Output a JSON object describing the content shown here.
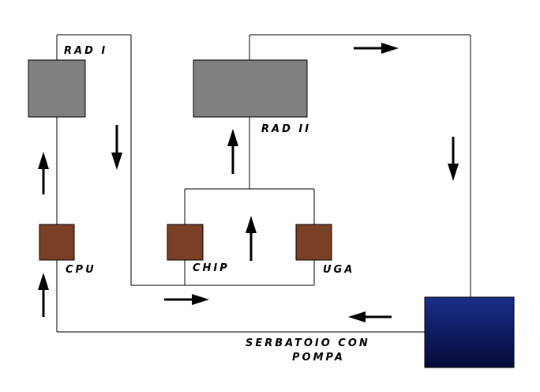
{
  "labels": {
    "rad1": "RAD I",
    "rad2": "RAD II",
    "cpu": "CPU",
    "chip": "CHIP",
    "vga": "UGA",
    "tank_line1": "SERBATOIO CON",
    "tank_line2": "POMPA"
  },
  "colors": {
    "radiator": "#808080",
    "block": "#7a4026",
    "tank_top": "#1a2f8a",
    "tank_bottom": "#050a38",
    "pipe": "#000000",
    "arrow": "#000000"
  }
}
